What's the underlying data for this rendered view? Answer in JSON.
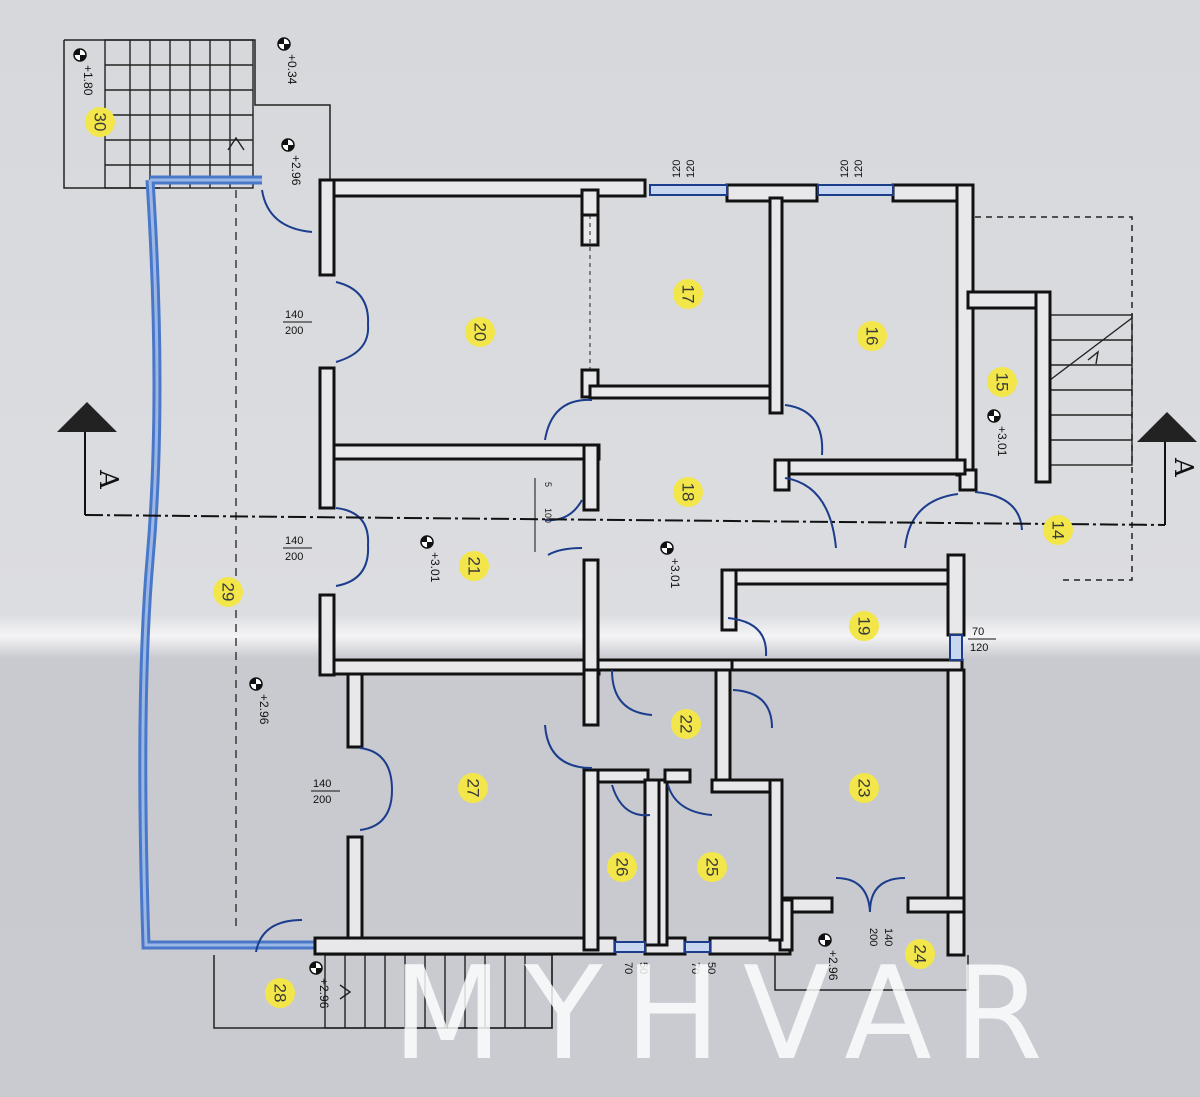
{
  "rooms": [
    {
      "id": "r30",
      "label": "30"
    },
    {
      "id": "r29",
      "label": "29"
    },
    {
      "id": "r28",
      "label": "28"
    },
    {
      "id": "r27",
      "label": "27"
    },
    {
      "id": "r26",
      "label": "26"
    },
    {
      "id": "r25",
      "label": "25"
    },
    {
      "id": "r24",
      "label": "24"
    },
    {
      "id": "r23",
      "label": "23"
    },
    {
      "id": "r22",
      "label": "22"
    },
    {
      "id": "r21",
      "label": "21"
    },
    {
      "id": "r20",
      "label": "20"
    },
    {
      "id": "r19",
      "label": "19"
    },
    {
      "id": "r18",
      "label": "18"
    },
    {
      "id": "r17",
      "label": "17"
    },
    {
      "id": "r16",
      "label": "16"
    },
    {
      "id": "r15",
      "label": "15"
    },
    {
      "id": "r14",
      "label": "14"
    }
  ],
  "elevations": {
    "e180": "+1.80",
    "e034": "+0.34",
    "e296_top": "+2.96",
    "e301_15": "+3.01",
    "e301_21": "+3.01",
    "e301_18": "+3.01",
    "e296_29": "+2.96",
    "e296_28": "+2.96",
    "e296_24": "+2.96"
  },
  "dimensions": {
    "win17_a": "120",
    "win17_b": "120",
    "win16_a": "120",
    "win16_b": "120",
    "door20_w": "140",
    "door20_h": "200",
    "door21_w": "140",
    "door21_h": "200",
    "door27_w": "140",
    "door27_h": "200",
    "door24_w": "140",
    "door24_h": "200",
    "win19_w": "70",
    "win19_h": "120",
    "win26_w": "50",
    "win26_h": "70",
    "win25_w": "50",
    "win25_h": "70",
    "step_a": "5",
    "step_b": "100"
  },
  "section": {
    "left": "A",
    "right": "A"
  },
  "watermark": "MYHVAR",
  "colors": {
    "paper": "#d2d4d9",
    "wall": "#1c1c1c",
    "label_fill": "#f2e64a",
    "terrace_rail": "#4a78c8"
  }
}
